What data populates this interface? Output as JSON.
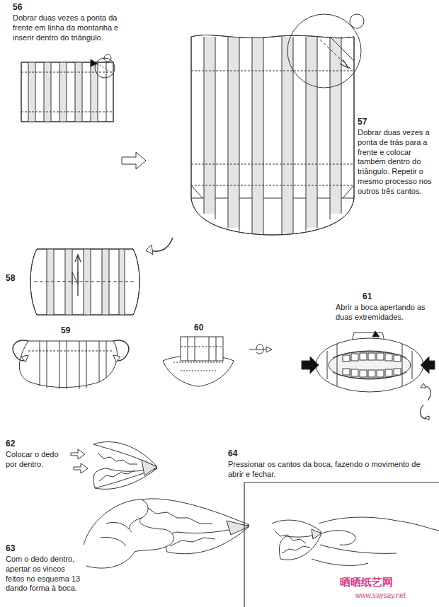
{
  "diagram": {
    "labels": [
      "56",
      "Dobrar duas vezes a ponta da frente em linha da montanha e inserir dentro do triângulo.",
      "57",
      "Dobrar duas vezes a ponta de trás para a frente e colocar também dentro do triângulo. Repetir o mesmo processo nos outros três cantos.",
      "58",
      "59",
      "60",
      "61",
      "Abrir a boca apertando as duas extremidades.",
      "62",
      "Colocar o dedo por dentro.",
      "63",
      "Com o dedo dentro, apertar os vincos feitos no esquema 13 dando forma à boca.",
      "64",
      "Pressionar os cantos da boca, fazendo o movimento de abrir e fechar.",
      "晒晒纸艺网",
      "www.saysay.net"
    ]
  }
}
